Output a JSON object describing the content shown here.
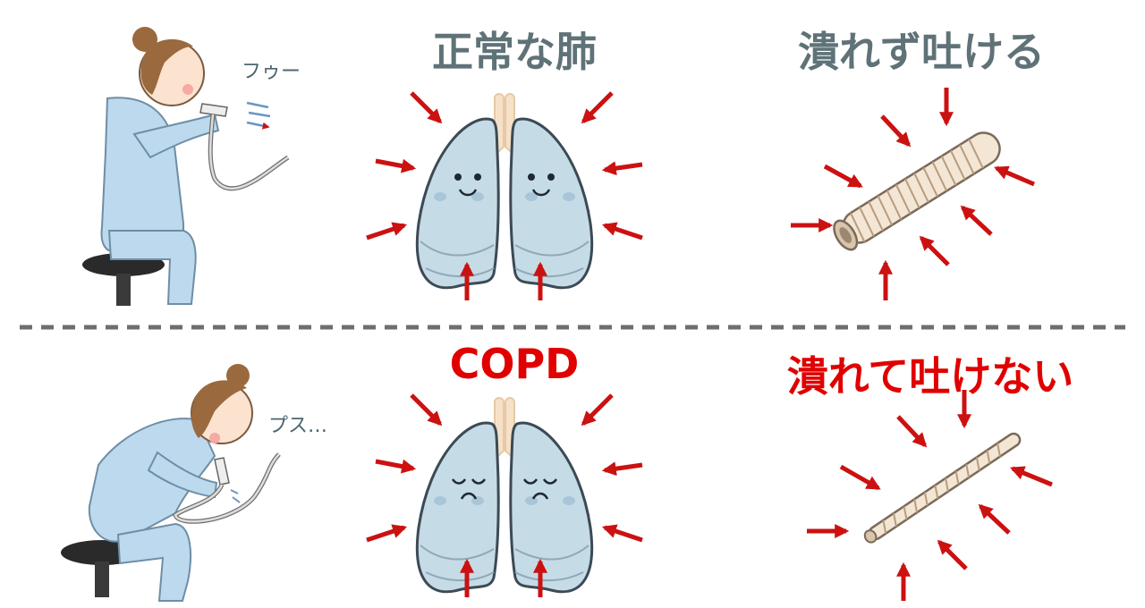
{
  "normal": {
    "title": "正常な肺",
    "airway_title": "潰れず吐ける",
    "blow_text": "フゥー"
  },
  "copd": {
    "title": "COPD",
    "airway_title": "潰れて吐けない",
    "blow_text": "プス…"
  },
  "colors": {
    "title_gray": "#5f7277",
    "title_red": "#e00000",
    "arrow": "#cc1111",
    "lung_fill": "#c5dbe6",
    "lung_stroke": "#3b4a56",
    "trachea": "#f4dcc0",
    "divider": "#6e6e6e",
    "patient_clothes": "#bcd9ee"
  }
}
